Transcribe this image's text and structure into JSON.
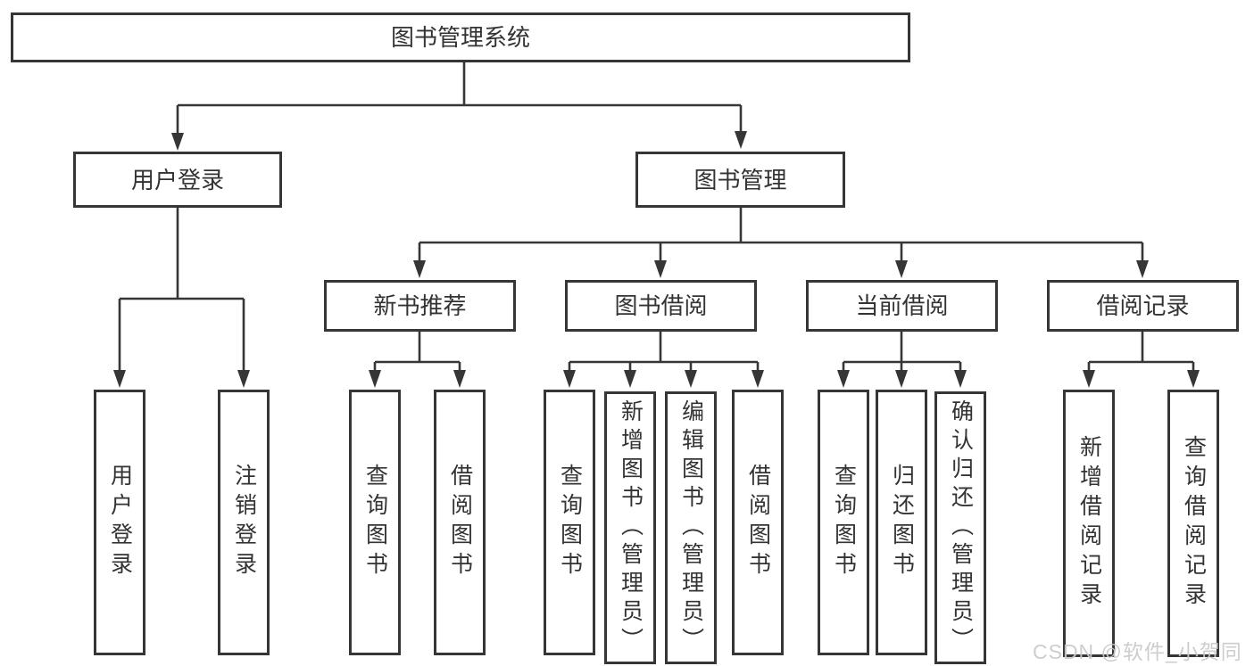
{
  "diagram": {
    "root": "图书管理系统",
    "level2": [
      "用户登录",
      "图书管理"
    ],
    "level3": [
      "新书推荐",
      "图书借阅",
      "当前借阅",
      "借阅记录"
    ],
    "leaves": {
      "user_login": [
        "用户登录",
        "注销登录"
      ],
      "new_book": [
        "查询图书",
        "借阅图书"
      ],
      "book_borrow": [
        "查询图书",
        "新增图书（管理员）",
        "编辑图书（管理员）",
        "借阅图书"
      ],
      "current_borrow": [
        "查询图书",
        "归还图书",
        "确认归还（管理员）"
      ],
      "borrow_record": [
        "新增借阅记录",
        "查询借阅记录"
      ]
    },
    "colors": {
      "line": "#363636",
      "box_border": "#363636",
      "box_background": "#ffffff",
      "text": "#333333",
      "watermark": "#c9c9cc"
    },
    "watermark": "CSDN @软件_小贺同学"
  }
}
